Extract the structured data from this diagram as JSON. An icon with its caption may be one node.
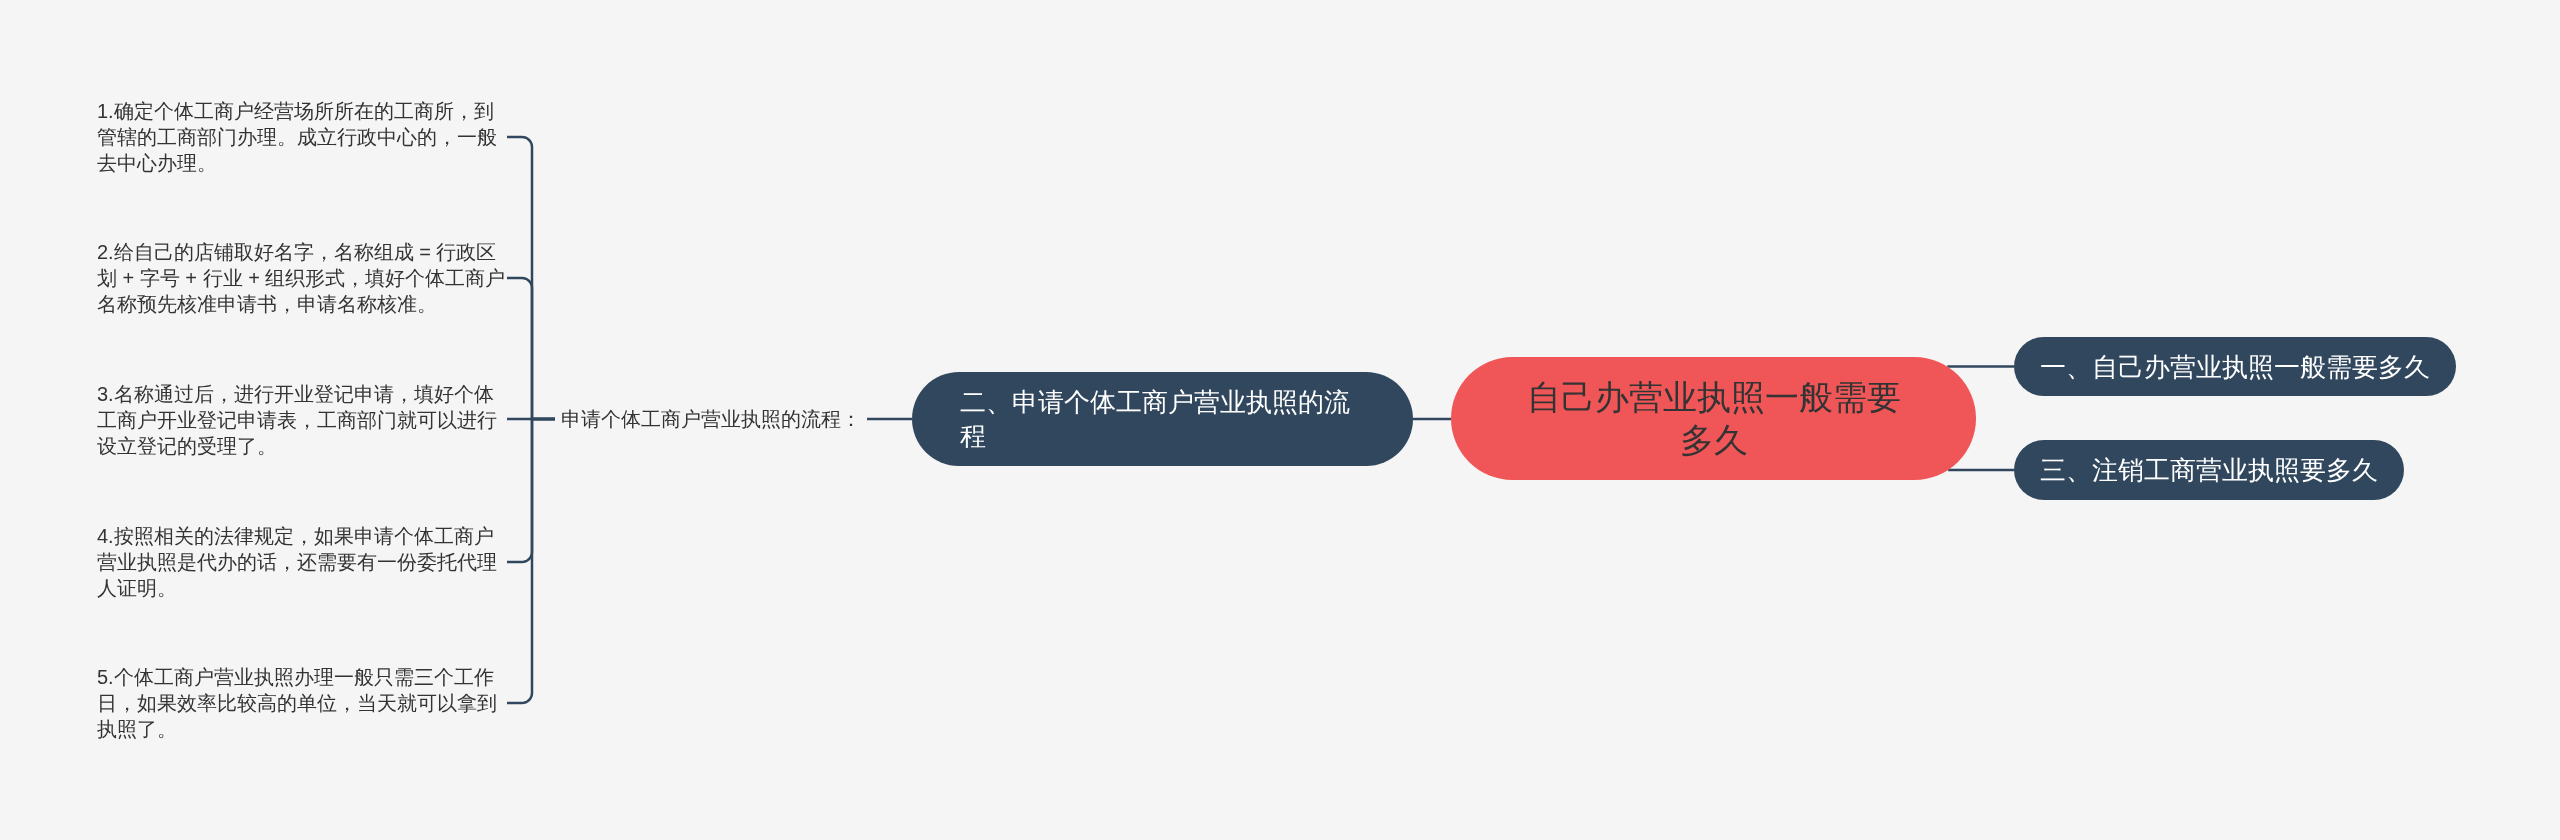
{
  "diagram": {
    "nodes": [
      {
        "text": [
          "自己办营业执照一般需要多久"
        ]
      },
      {
        "text": [
          "一、自己办营业执照一般需要多久"
        ]
      },
      {
        "text": [
          "三、注销工商营业执照要多久"
        ]
      },
      {
        "text": [
          "二、申请个体工商户营业执照的流程"
        ]
      },
      {
        "text": [
          "申请个体工商户营业执照的流程："
        ]
      },
      {
        "text": [
          "1.确定个体工商户经营场所所在的工商所，到管辖的工商部门办理。成立行政中心的，一般去中心办理。"
        ]
      },
      {
        "text": [
          "2.给自己的店铺取好名字，名称组成 = 行政区划 + 字号 + 行业 + 组织形式，填好个体工商户名称预先核准申请书，申请名称核准。"
        ]
      },
      {
        "text": [
          "3.名称通过后，进行开业登记申请，填好个体工商户开业登记申请表，工商部门就可以进行设立登记的受理了。"
        ]
      },
      {
        "text": [
          "4.按照相关的法律规定，如果申请个体工商户营业执照是代办的话，还需要有一份委托代理人证明。"
        ]
      },
      {
        "text": [
          "5.个体工商户营业执照办理一般只需三个工作日，如果效率比较高的单位，当天就可以拿到执照了。"
        ]
      }
    ],
    "edges": [
      {
        "from": 0,
        "to": 1,
        "arrow": "none"
      },
      {
        "from": 0,
        "to": 2,
        "arrow": "none"
      },
      {
        "from": 0,
        "to": 3,
        "arrow": "none"
      },
      {
        "from": 3,
        "to": 4,
        "arrow": "none"
      },
      {
        "from": 4,
        "to": 5,
        "arrow": "none"
      },
      {
        "from": 4,
        "to": 6,
        "arrow": "none"
      },
      {
        "from": 4,
        "to": 7,
        "arrow": "none"
      },
      {
        "from": 4,
        "to": 8,
        "arrow": "none"
      },
      {
        "from": 4,
        "to": 9,
        "arrow": "none"
      }
    ]
  }
}
